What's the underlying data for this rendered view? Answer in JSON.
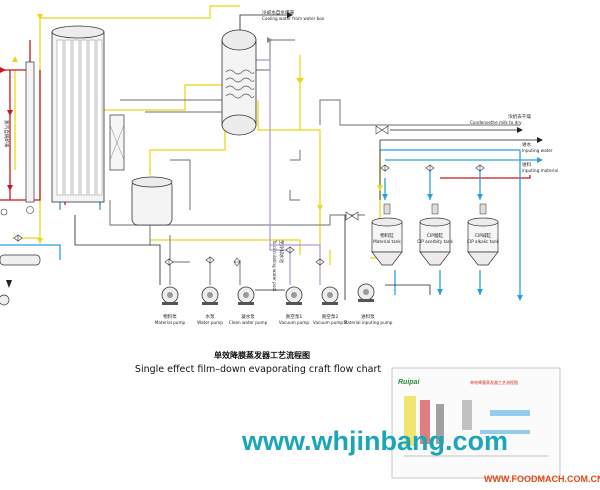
{
  "title_cn": "单效降膜蒸发器工艺流程图",
  "title_en": "Single effect film–down evaporating craft flow chart",
  "labels": {
    "cooling_cn": "冷却水自水塔来",
    "cooling_en": "Cooling water from water box",
    "condense_cn": "浓奶去干燥",
    "condense_en": "Condensethe milk to dry",
    "inwater_cn": "进水",
    "inwater_en": "Inputing water",
    "inmat_cn": "进料",
    "inmat_en": "inputing material",
    "pool_cn": "至冷却水池",
    "pool_en": "To circulating water pool",
    "left_cn": "蒸汽自锅炉来"
  },
  "pumps": [
    {
      "cn": "物料泵",
      "en": "Material pump"
    },
    {
      "cn": "水泵",
      "en": "Water pump"
    },
    {
      "cn": "凝水泵",
      "en": "Clean water pump"
    },
    {
      "cn": "真空泵1",
      "en": "Vacuum pump"
    },
    {
      "cn": "真空泵2",
      "en": "Vacuum pump 2"
    },
    {
      "cn": "进料泵",
      "en": "Material inputing pump"
    }
  ],
  "tanks": [
    {
      "cn": "物料缸",
      "en": "Material tank"
    },
    {
      "cn": "CIP酸缸",
      "en": "CIP acerbity tank"
    },
    {
      "cn": "CIP碱缸",
      "en": "CIP alkalic tank"
    }
  ],
  "watermark": {
    "url": "www.whjinbang.com",
    "logo": "Ruipai",
    "foodmach": "WWW.FOODMACH.COM.CN",
    "thumb_title": "单效降膜蒸发器工艺流程图"
  },
  "colors": {
    "steam": "#f0e020",
    "material": "#c8181c",
    "water": "#2aa0e0",
    "gray": "#909090",
    "purple": "#a888c8"
  }
}
